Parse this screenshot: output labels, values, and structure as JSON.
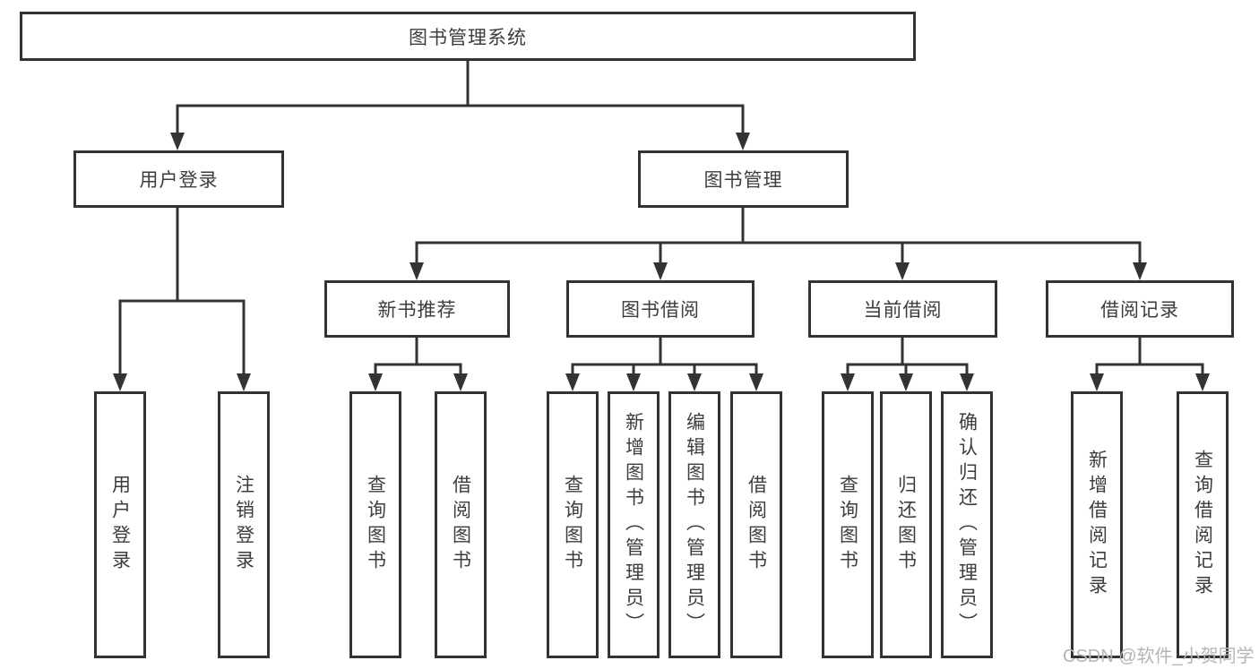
{
  "diagram": {
    "root": {
      "label": "图书管理系统"
    },
    "branches": [
      {
        "label": "用户登录",
        "children": [
          "用户登录",
          "注销登录"
        ]
      },
      {
        "label": "图书管理",
        "groups": [
          {
            "label": "新书推荐",
            "children": [
              "查询图书",
              "借阅图书"
            ]
          },
          {
            "label": "图书借阅",
            "children": [
              "查询图书",
              "新增图书（管理员）",
              "编辑图书（管理员）",
              "借阅图书"
            ]
          },
          {
            "label": "当前借阅",
            "children": [
              "查询图书",
              "归还图书",
              "确认归还（管理员）"
            ]
          },
          {
            "label": "借阅记录",
            "children": [
              "新增借阅记录",
              "查询借阅记录"
            ]
          }
        ]
      }
    ]
  },
  "watermark": {
    "text": "CSDN @软件_小贺同学",
    "color": "#b5b5b5"
  },
  "colors": {
    "line": "#333333",
    "text": "#3d3d3d",
    "background": "#ffffff"
  }
}
